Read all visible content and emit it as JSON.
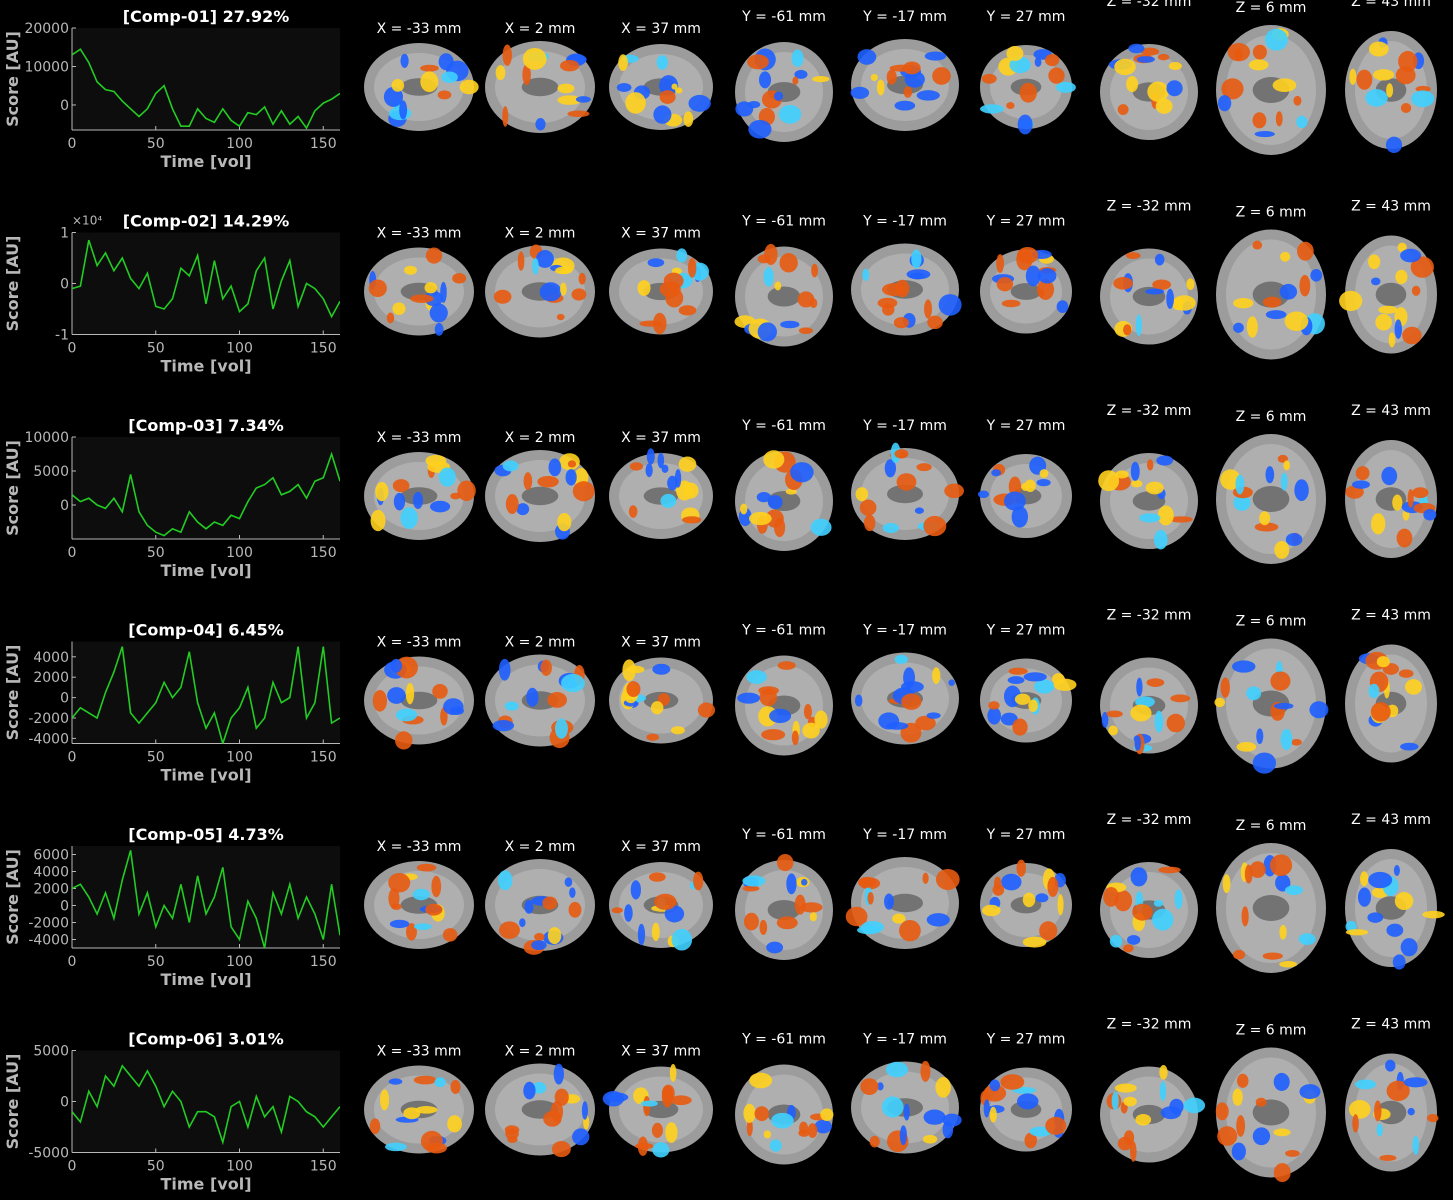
{
  "colors": {
    "background": "#000000",
    "plot_bg": "#0d0d0d",
    "line": "#22cc22",
    "axis_text": "#b8b8b8",
    "title_text": "#ffffff",
    "label_text": "#ffffff",
    "hot_dark": "#e85a10",
    "hot_light": "#ffd21e",
    "cold_dark": "#1f5fff",
    "cold_light": "#3fd0ff",
    "brain_gray": "#9c9c9c"
  },
  "slice_labels": [
    "X = -33 mm",
    "X = 2 mm",
    "X = 37 mm",
    "Y = -61 mm",
    "Y = -17 mm",
    "Y = 27 mm",
    "Z = -32 mm",
    "Z = 6 mm",
    "Z = 43 mm"
  ],
  "chart_data": [
    {
      "type": "line",
      "title": "[Comp-01] 27.92%",
      "xlabel": "Time [vol]",
      "ylabel": "Score [AU]",
      "xlim": [
        0,
        160
      ],
      "ylim": [
        -6500,
        20000
      ],
      "xticks": [
        0,
        50,
        100,
        150
      ],
      "yticks": [
        0,
        10000,
        20000
      ],
      "ytick_labels": [
        "0",
        "10000",
        "20000"
      ],
      "exponent": "",
      "x": [
        0,
        5,
        10,
        15,
        20,
        25,
        30,
        35,
        40,
        45,
        50,
        55,
        60,
        65,
        70,
        75,
        80,
        85,
        90,
        95,
        100,
        105,
        110,
        115,
        120,
        125,
        130,
        135,
        140,
        145,
        150,
        155,
        160
      ],
      "y": [
        13000,
        14500,
        11000,
        6000,
        4000,
        3500,
        1000,
        -1000,
        -3000,
        -1000,
        3000,
        5000,
        -1000,
        -5500,
        -5500,
        -1000,
        -3500,
        -4500,
        -1000,
        -4000,
        -5500,
        -2000,
        -2500,
        -500,
        -5000,
        -1500,
        -5000,
        -3000,
        -6000,
        -1500,
        500,
        1500,
        3000
      ]
    },
    {
      "type": "line",
      "title": "[Comp-02] 14.29%",
      "xlabel": "Time [vol]",
      "ylabel": "Score [AU]",
      "xlim": [
        0,
        160
      ],
      "ylim": [
        -1,
        1
      ],
      "xticks": [
        0,
        50,
        100,
        150
      ],
      "yticks": [
        -1,
        0,
        1
      ],
      "ytick_labels": [
        "-1",
        "0",
        "1"
      ],
      "exponent": "×10⁴",
      "x": [
        0,
        5,
        10,
        15,
        20,
        25,
        30,
        35,
        40,
        45,
        50,
        55,
        60,
        65,
        70,
        75,
        80,
        85,
        90,
        95,
        100,
        105,
        110,
        115,
        120,
        125,
        130,
        135,
        140,
        145,
        150,
        155,
        160
      ],
      "y": [
        -0.1,
        -0.05,
        0.85,
        0.35,
        0.6,
        0.25,
        0.5,
        0.1,
        -0.1,
        0.2,
        -0.45,
        -0.5,
        -0.3,
        0.3,
        0.15,
        0.55,
        -0.4,
        0.45,
        -0.3,
        -0.05,
        -0.55,
        -0.4,
        0.25,
        0.5,
        -0.5,
        0.05,
        0.45,
        -0.45,
        0.0,
        -0.1,
        -0.3,
        -0.65,
        -0.35
      ]
    },
    {
      "type": "line",
      "title": "[Comp-03] 7.34%",
      "xlabel": "Time [vol]",
      "ylabel": "Score [AU]",
      "xlim": [
        0,
        160
      ],
      "ylim": [
        -5000,
        10000
      ],
      "xticks": [
        0,
        50,
        100,
        150
      ],
      "yticks": [
        0,
        5000,
        10000
      ],
      "ytick_labels": [
        "0",
        "5000",
        "10000"
      ],
      "exponent": "",
      "x": [
        0,
        5,
        10,
        15,
        20,
        25,
        30,
        35,
        40,
        45,
        50,
        55,
        60,
        65,
        70,
        75,
        80,
        85,
        90,
        95,
        100,
        105,
        110,
        115,
        120,
        125,
        130,
        135,
        140,
        145,
        150,
        155,
        160
      ],
      "y": [
        1500,
        500,
        1000,
        0,
        -500,
        1000,
        -1000,
        4500,
        -1000,
        -3000,
        -4000,
        -4500,
        -3500,
        -4000,
        -1000,
        -2500,
        -3500,
        -2500,
        -3000,
        -1500,
        -2000,
        500,
        2500,
        3000,
        4000,
        1500,
        2000,
        3000,
        1000,
        3500,
        4000,
        7500,
        3500
      ]
    },
    {
      "type": "line",
      "title": "[Comp-04] 6.45%",
      "xlabel": "Time [vol]",
      "ylabel": "Score [AU]",
      "xlim": [
        0,
        160
      ],
      "ylim": [
        -4500,
        5500
      ],
      "xticks": [
        0,
        50,
        100,
        150
      ],
      "yticks": [
        -4000,
        -2000,
        0,
        2000,
        4000
      ],
      "ytick_labels": [
        "-4000",
        "-2000",
        "0",
        "2000",
        "4000"
      ],
      "exponent": "",
      "x": [
        0,
        5,
        10,
        15,
        20,
        25,
        30,
        35,
        40,
        45,
        50,
        55,
        60,
        65,
        70,
        75,
        80,
        85,
        90,
        95,
        100,
        105,
        110,
        115,
        120,
        125,
        130,
        135,
        140,
        145,
        150,
        155,
        160
      ],
      "y": [
        -2000,
        -1000,
        -1500,
        -2000,
        500,
        2500,
        5000,
        -1500,
        -2500,
        -1500,
        -500,
        1500,
        0,
        1000,
        4500,
        -500,
        -3000,
        -1500,
        -4500,
        -2000,
        -1000,
        1000,
        -3000,
        -2000,
        1500,
        -500,
        0,
        5000,
        -2000,
        -500,
        5000,
        -2500,
        -2000
      ]
    },
    {
      "type": "line",
      "title": "[Comp-05] 4.73%",
      "xlabel": "Time [vol]",
      "ylabel": "Score [AU]",
      "xlim": [
        0,
        160
      ],
      "ylim": [
        -5000,
        7000
      ],
      "xticks": [
        0,
        50,
        100,
        150
      ],
      "yticks": [
        -4000,
        -2000,
        0,
        2000,
        4000,
        6000
      ],
      "ytick_labels": [
        "-4000",
        "-2000",
        "0",
        "2000",
        "4000",
        "6000"
      ],
      "exponent": "",
      "x": [
        0,
        5,
        10,
        15,
        20,
        25,
        30,
        35,
        40,
        45,
        50,
        55,
        60,
        65,
        70,
        75,
        80,
        85,
        90,
        95,
        100,
        105,
        110,
        115,
        120,
        125,
        130,
        135,
        140,
        145,
        150,
        155,
        160
      ],
      "y": [
        2000,
        2500,
        1000,
        -1000,
        1500,
        -1500,
        3000,
        6500,
        -1000,
        1500,
        -2500,
        0,
        -1500,
        2500,
        -2000,
        3500,
        -1000,
        1000,
        4500,
        -2500,
        -4000,
        500,
        -1500,
        -5000,
        1500,
        -1000,
        2500,
        -1500,
        1000,
        -1000,
        -4000,
        2500,
        -3500
      ]
    },
    {
      "type": "line",
      "title": "[Comp-06] 3.01%",
      "xlabel": "Time [vol]",
      "ylabel": "Score [AU]",
      "xlim": [
        0,
        160
      ],
      "ylim": [
        -5000,
        5000
      ],
      "xticks": [
        0,
        50,
        100,
        150
      ],
      "yticks": [
        -5000,
        0,
        5000
      ],
      "ytick_labels": [
        "-5000",
        "0",
        "5000"
      ],
      "exponent": "",
      "x": [
        0,
        5,
        10,
        15,
        20,
        25,
        30,
        35,
        40,
        45,
        50,
        55,
        60,
        65,
        70,
        75,
        80,
        85,
        90,
        95,
        100,
        105,
        110,
        115,
        120,
        125,
        130,
        135,
        140,
        145,
        150,
        155,
        160
      ],
      "y": [
        -1000,
        -2000,
        1000,
        -500,
        2500,
        1500,
        3500,
        2500,
        1500,
        3000,
        1500,
        -500,
        1000,
        0,
        -2500,
        -1000,
        -1000,
        -1500,
        -4000,
        -500,
        0,
        -2500,
        500,
        -1500,
        -500,
        -3000,
        500,
        0,
        -1000,
        -1500,
        -2500,
        -1500,
        -500
      ]
    }
  ]
}
